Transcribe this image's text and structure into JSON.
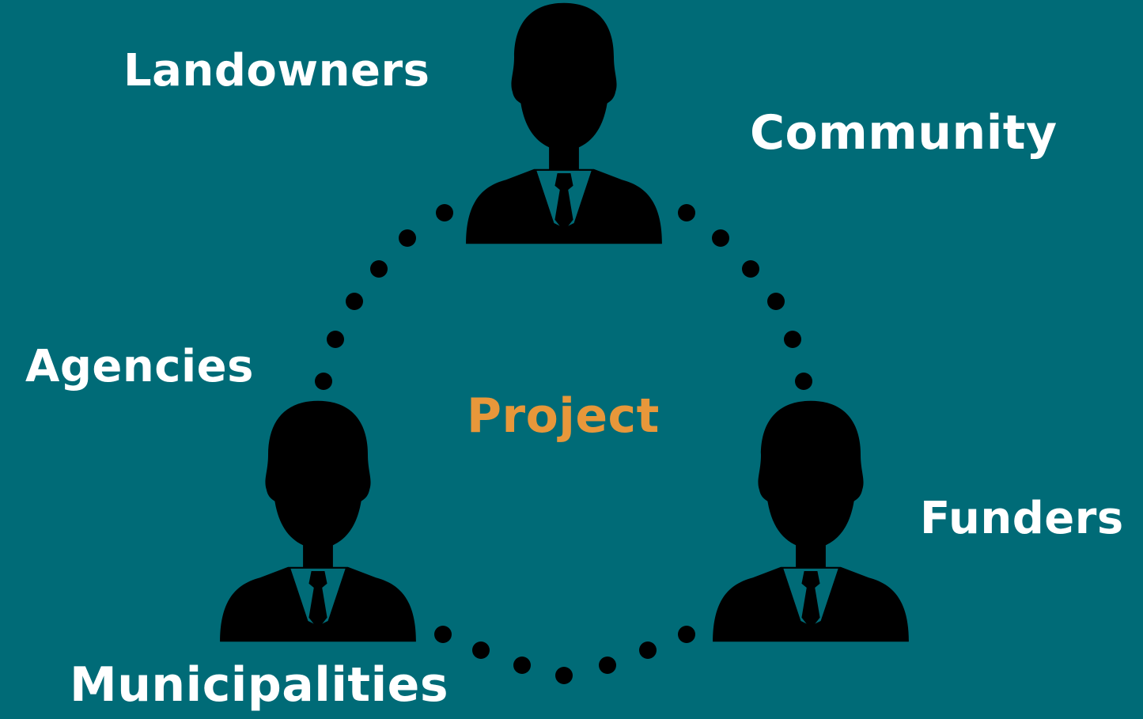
{
  "diagram": {
    "center_label": "Project",
    "stakeholders": [
      {
        "id": "landowners",
        "label": "Landowners"
      },
      {
        "id": "community",
        "label": "Community"
      },
      {
        "id": "agencies",
        "label": "Agencies"
      },
      {
        "id": "funders",
        "label": "Funders"
      },
      {
        "id": "municipalities",
        "label": "Municipalities"
      }
    ],
    "figures": [
      {
        "id": "top",
        "icon": "businessman-silhouette-icon"
      },
      {
        "id": "bottom-left",
        "icon": "businessman-silhouette-icon"
      },
      {
        "id": "bottom-right",
        "icon": "businessman-silhouette-icon"
      }
    ],
    "connector_style": "dotted-circle"
  },
  "colors": {
    "background": "#006b77",
    "label_text": "#ffffff",
    "accent": "#e8973a",
    "silhouette": "#000000",
    "dots": "#000000"
  }
}
